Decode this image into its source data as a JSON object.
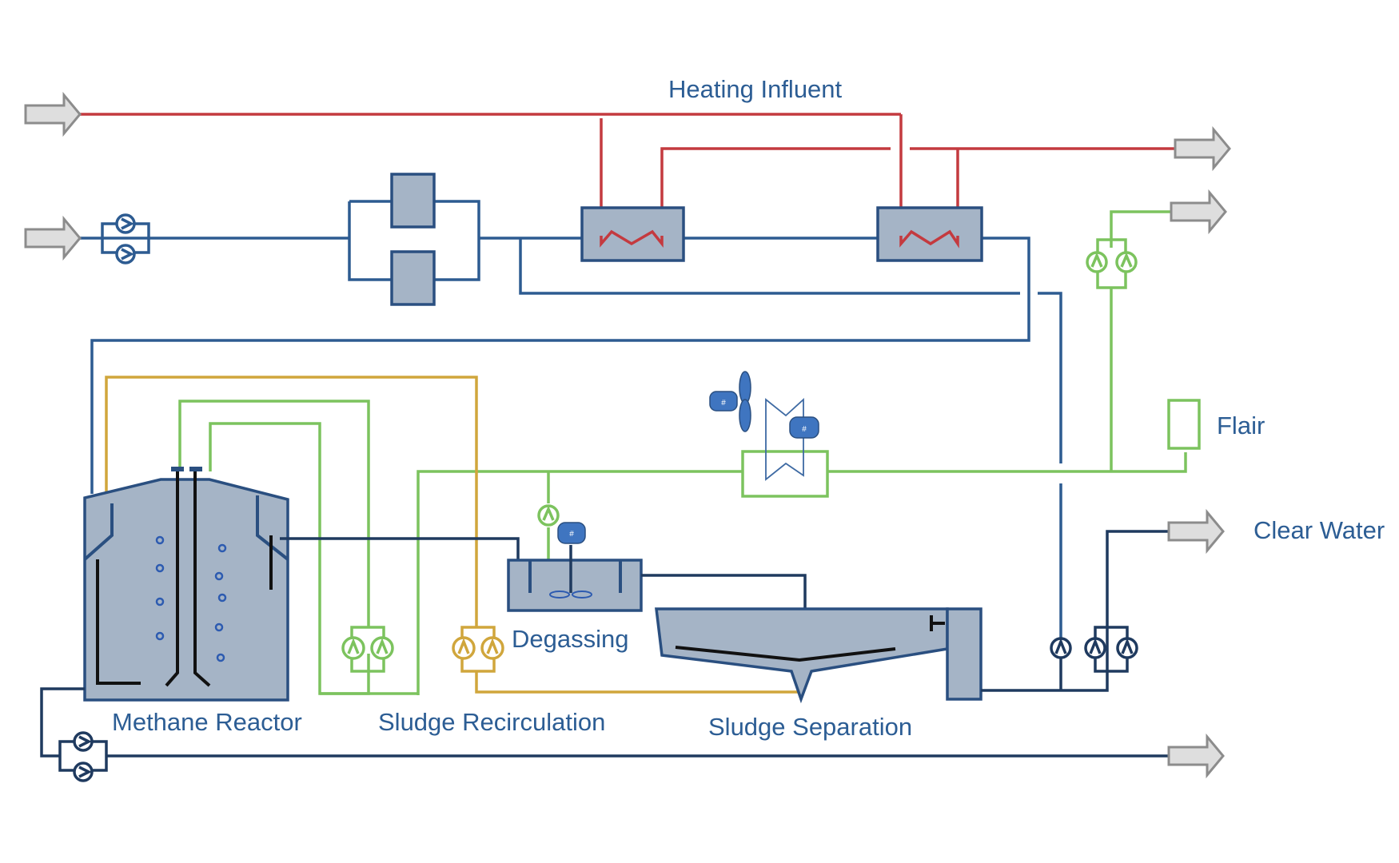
{
  "labels": {
    "heating_influent": "Heating Influent",
    "flair": "Flair",
    "clear_water": "Clear Water",
    "degassing": "Degassing",
    "methane_reactor": "Methane Reactor",
    "sludge_recirculation": "Sludge Recirculation",
    "sludge_separation": "Sludge Separation"
  },
  "motor_mark": "#",
  "colors": {
    "heating_line": "#c43a3f",
    "influent_line": "#2d5b91",
    "water_line": "#1f3a5f",
    "gas_line": "#7cc35e",
    "sludge_line": "#d0a63c",
    "equipment_fill": "#a5b4c6",
    "equipment_stroke": "#2a4f80",
    "label_text": "#2c5d94",
    "arrow_fill": "#dedede"
  },
  "icons": [
    "flow-arrow-icon",
    "pump-icon",
    "fan-icon",
    "motor-icon",
    "mixer-icon"
  ]
}
